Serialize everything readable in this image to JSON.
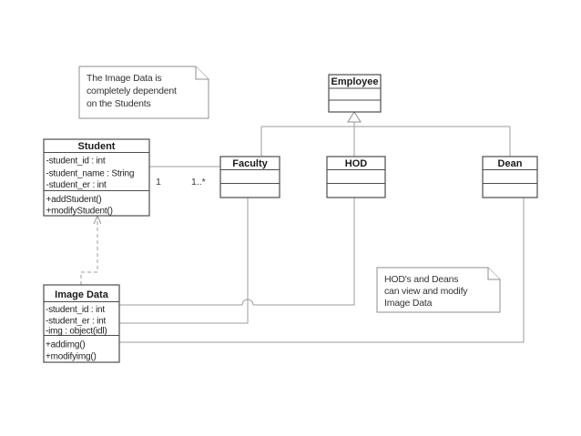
{
  "diagram_type": "uml-class-diagram",
  "classes": {
    "employee": {
      "name": "Employee",
      "attributes": [],
      "methods": []
    },
    "student": {
      "name": "Student",
      "attributes": [
        "-student_id : int",
        "-student_name : String",
        "-student_er : int"
      ],
      "methods": [
        "+addStudent()",
        "+modifyStudent()"
      ]
    },
    "faculty": {
      "name": "Faculty",
      "attributes": [],
      "methods": []
    },
    "hod": {
      "name": "HOD",
      "attributes": [],
      "methods": []
    },
    "dean": {
      "name": "Dean",
      "attributes": [],
      "methods": []
    },
    "image_data": {
      "name": "Image Data",
      "attributes": [
        "-student_id : int",
        "-student_er : int",
        "-img : object(idl)"
      ],
      "methods": [
        "+addimg()",
        "+modifyimg()"
      ]
    }
  },
  "notes": {
    "image_data_note": {
      "lines": [
        "The Image Data is",
        "completely dependent",
        "on the Students"
      ]
    },
    "hod_dean_note": {
      "lines": [
        "HOD's and Deans",
        "can view and modify",
        "Image Data"
      ]
    }
  },
  "association": {
    "multiplicity_student_end": "1",
    "multiplicity_faculty_end": "1..*"
  },
  "colors": {
    "background": "#ffffff",
    "class_border": "#4d4d4d",
    "connector_line": "#9c9c9c",
    "note_border": "#8f8f8f",
    "text": "#1f1f1f"
  }
}
